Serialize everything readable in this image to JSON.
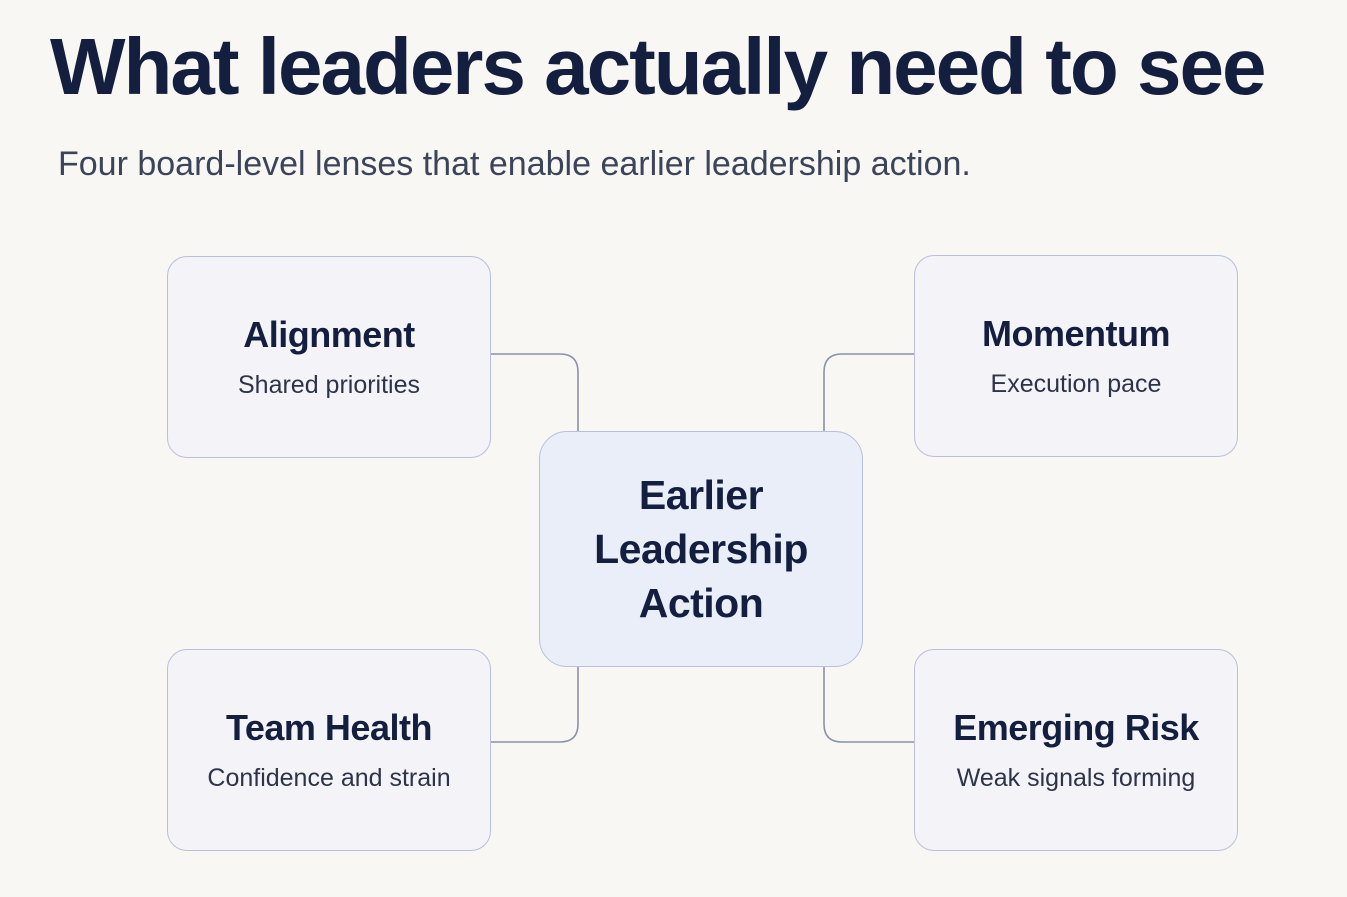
{
  "header": {
    "title": "What leaders actually need to see",
    "subtitle": "Four board-level lenses that enable earlier leadership action."
  },
  "center": {
    "label": "Earlier Leadership Action"
  },
  "lenses": [
    {
      "title": "Alignment",
      "subtitle": "Shared priorities"
    },
    {
      "title": "Momentum",
      "subtitle": "Execution pace"
    },
    {
      "title": "Team Health",
      "subtitle": "Confidence and strain"
    },
    {
      "title": "Emerging Risk",
      "subtitle": "Weak signals forming"
    }
  ],
  "colors": {
    "background": "#f8f7f4",
    "title_text": "#141f3f",
    "card_border": "#b9bfdc",
    "card_fill": "#f4f3f8",
    "center_fill": "#eaeef9",
    "connector": "#8a92a8"
  }
}
